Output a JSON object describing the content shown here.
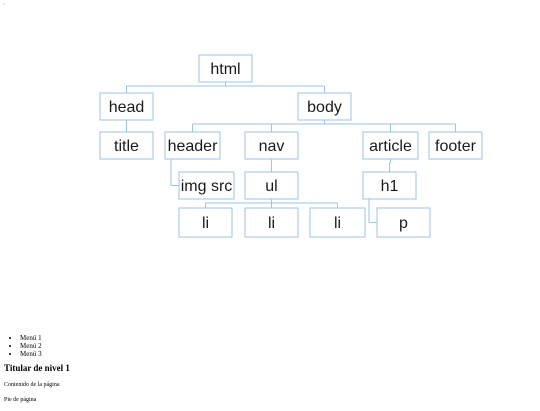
{
  "tree": {
    "nodes": [
      {
        "id": "html",
        "label": "html"
      },
      {
        "id": "head",
        "label": "head"
      },
      {
        "id": "body",
        "label": "body"
      },
      {
        "id": "title",
        "label": "title"
      },
      {
        "id": "header",
        "label": "header"
      },
      {
        "id": "nav",
        "label": "nav"
      },
      {
        "id": "article",
        "label": "article"
      },
      {
        "id": "footer",
        "label": "footer"
      },
      {
        "id": "img",
        "label": "img src"
      },
      {
        "id": "ul",
        "label": "ul"
      },
      {
        "id": "h1",
        "label": "h1"
      },
      {
        "id": "li1",
        "label": "li"
      },
      {
        "id": "li2",
        "label": "li"
      },
      {
        "id": "li3",
        "label": "li"
      },
      {
        "id": "p",
        "label": "p"
      }
    ],
    "edges": [
      [
        "html",
        "head"
      ],
      [
        "html",
        "body"
      ],
      [
        "head",
        "title"
      ],
      [
        "body",
        "header"
      ],
      [
        "body",
        "nav"
      ],
      [
        "body",
        "article"
      ],
      [
        "body",
        "footer"
      ],
      [
        "header",
        "img"
      ],
      [
        "nav",
        "ul"
      ],
      [
        "article",
        "h1"
      ],
      [
        "ul",
        "li1"
      ],
      [
        "ul",
        "li2"
      ],
      [
        "ul",
        "li3"
      ],
      [
        "h1",
        "p"
      ]
    ]
  },
  "rendered_page": {
    "menu": [
      "Menú 1",
      "Menú 2",
      "Menú 3"
    ],
    "heading": "Titular de nivel 1",
    "content": "Contenido de la página",
    "footer": "Pie de página"
  },
  "colors": {
    "connector": "#9dc3e6",
    "box_border": "#9dc3e6"
  }
}
